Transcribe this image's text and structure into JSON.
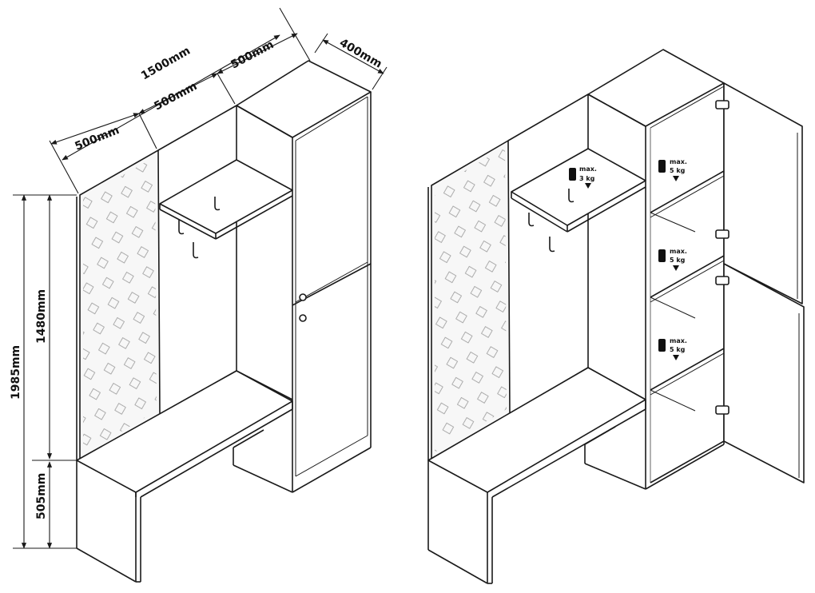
{
  "dimensions": {
    "total_width": "1500mm",
    "module_width_left": "500mm",
    "module_width_middle": "500mm",
    "module_width_right": "500mm",
    "depth": "400mm",
    "total_height": "1985mm",
    "upper_height": "1480mm",
    "bench_height": "505mm"
  },
  "load_labels": {
    "shelf_max": "max.",
    "shelf_value": "3 kg",
    "cabinet_max": "max.",
    "cabinet_value": "5 kg"
  }
}
